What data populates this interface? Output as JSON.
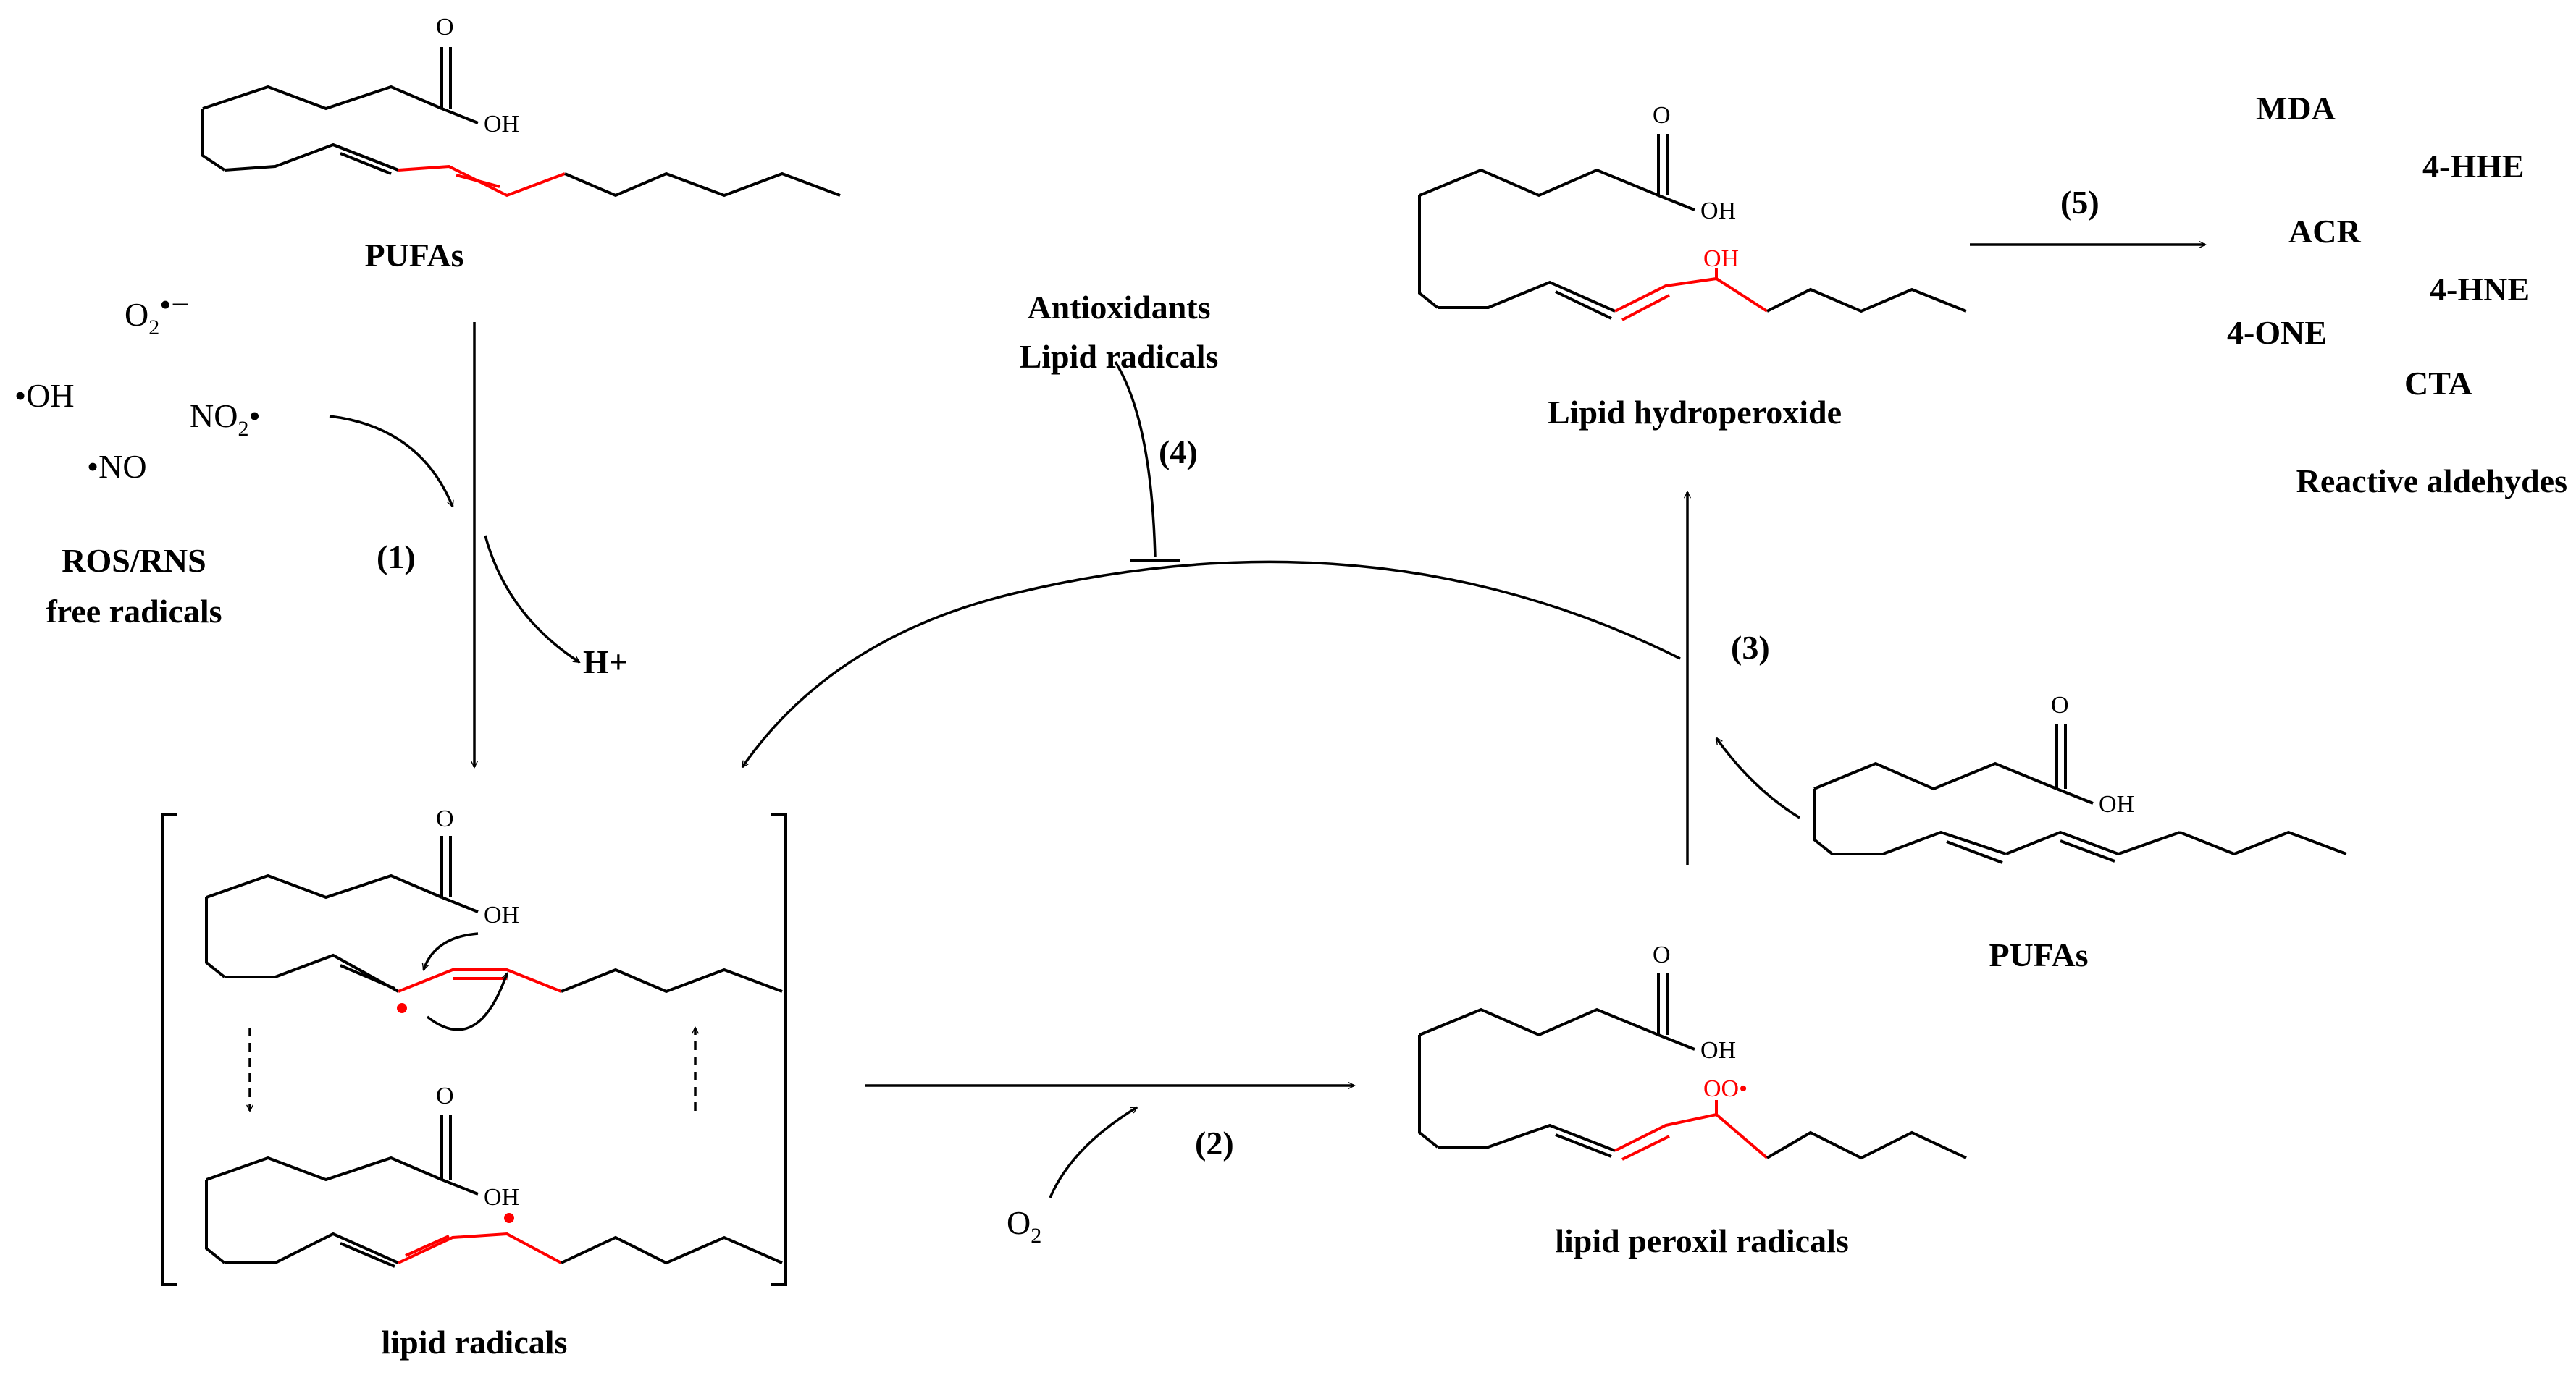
{
  "molecules": {
    "pufa_top": {
      "label": "PUFAs",
      "oxygen": "O",
      "hydroxyl": "OH"
    },
    "pufa_right": {
      "label": "PUFAs",
      "oxygen": "O",
      "hydroxyl": "OH"
    },
    "lipid_radicals": {
      "label": "lipid radicals",
      "oxygen": "O",
      "hydroxyl": "OH"
    },
    "lipid_peroxil": {
      "label": "lipid peroxil radicals",
      "oxygen": "O",
      "hydroxyl": "OH",
      "peroxyl": "OO•"
    },
    "lipid_hydroperoxide": {
      "label": "Lipid hydroperoxide",
      "oxygen": "O",
      "hydroxyl": "OH",
      "alcohol": "OH"
    }
  },
  "radicals": {
    "oh": "•OH",
    "superoxide": "O",
    "superoxide_sub": "2",
    "superoxide_sup": "•−",
    "no2": "NO",
    "no2_sub": "2",
    "no2_dot": "•",
    "no": "•NO",
    "group_line1": "ROS/RNS",
    "group_line2": "free radicals"
  },
  "steps": {
    "s1": "(1)",
    "s2": "(2)",
    "s3": "(3)",
    "s4": "(4)",
    "s5": "(5)"
  },
  "byproduct": "H+",
  "oxygen_reagent": {
    "base": "O",
    "sub": "2"
  },
  "inhibitors": {
    "line1": "Antioxidants",
    "line2": "Lipid radicals"
  },
  "aldehydes": {
    "items": [
      "MDA",
      "4-HHE",
      "ACR",
      "4-HNE",
      "4-ONE",
      "CTA"
    ],
    "label": "Reactive aldehydes"
  },
  "colors": {
    "highlight": "#ff0000",
    "ink": "#000000",
    "background": "#ffffff"
  }
}
